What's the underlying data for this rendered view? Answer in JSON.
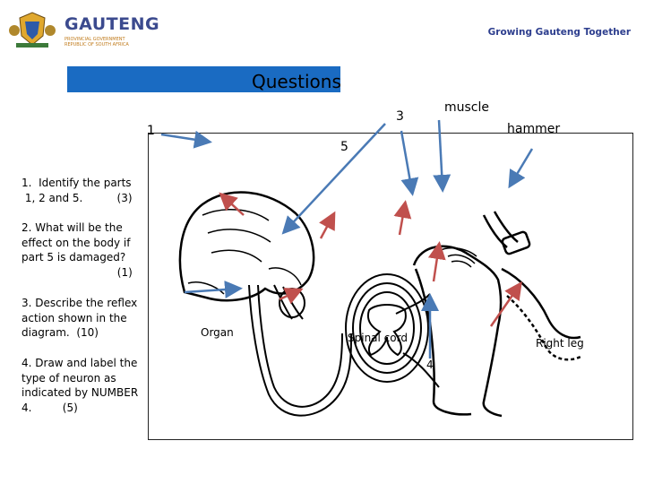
{
  "header": {
    "logo_brand": "GAUTENG",
    "logo_line1": "PROVINCIAL GOVERNMENT",
    "logo_line2": "REPUBLIC OF SOUTH AFRICA",
    "tagline": "Growing Gauteng Together"
  },
  "title": "Questions",
  "questions": [
    {
      "lines": [
        "1.  Identify the parts",
        " 1, 2 and 5.          (3)"
      ]
    },
    {
      "lines": [
        "2. What will be the",
        "effect on the body if",
        "part 5 is damaged?",
        "                            (1)"
      ]
    },
    {
      "lines": [
        "3. Describe the reflex",
        "action shown in the",
        "diagram.  (10)"
      ]
    },
    {
      "lines": [
        "4. Draw and label the",
        "type of neuron as",
        "indicated by NUMBER",
        "4.         (5)"
      ]
    }
  ],
  "diagram": {
    "label_1": "1",
    "label_3": "3",
    "label_5": "5",
    "label_4": "4",
    "label_muscle": "muscle",
    "label_hammer": "hammer",
    "label_organ": "Organ",
    "label_spinal": "Spinal cord",
    "label_leg": "Right leg"
  },
  "colors": {
    "accent_blue": "#1a6bc2",
    "arrow_blue": "#4a7ab5",
    "arrow_red": "#c0504d",
    "brand_blue": "#3b4a8e"
  }
}
